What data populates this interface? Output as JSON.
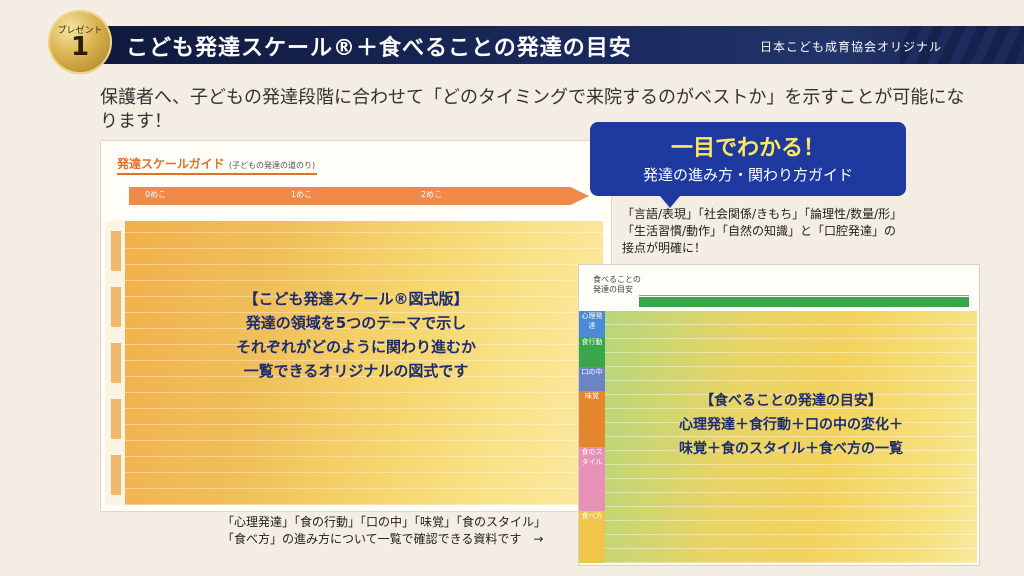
{
  "header": {
    "badge_label": "プレゼント",
    "badge_number": "1",
    "title": "こども発達スケール®＋食べることの発達の目安",
    "org": "日本こども成育協会オリジナル"
  },
  "intro": "保護者へ、子どもの発達段階に合わせて「どのタイミングで来院するのがベストか」を示すことが可能になります！",
  "callout": {
    "main": "一目でわかる！",
    "sub": "発達の進み方・関わり方ガイド"
  },
  "note_right": {
    "line1": "「言語/表現」「社会関係/きもち」「論理性/数量/形」",
    "line2": "「生活習慣/動作」「自然の知識」と「口腔発達」の",
    "line3": "接点が明確に！"
  },
  "left_doc": {
    "title": "発達スケールガイド",
    "subtitle": "(子どもの発達の道のり)",
    "stages": [
      "0めこ",
      "1めこ",
      "2めこ"
    ],
    "overlay": {
      "line1": "【こども発達スケール®図式版】",
      "line2": "発達の領域を5つのテーマで示し",
      "line3": "それぞれがどのように関わり進むか",
      "line4": "一覧できるオリジナルの図式です"
    }
  },
  "right_doc": {
    "title_line1": "食べることの",
    "title_line2": "発達の目安",
    "side_cats": [
      "心理発達",
      "食行動",
      "口の中",
      "味覚",
      "食のスタイル",
      "食べ方"
    ],
    "overlay": {
      "line1": "【食べることの発達の目安】",
      "line2": "心理発達＋食行動＋口の中の変化＋",
      "line3": "味覚＋食のスタイル＋食べ方の一覧"
    }
  },
  "note_bottom": {
    "line1": "「心理発達」「食の行動」「口の中」「味覚」「食のスタイル」",
    "line2": "「食べ方」の進み方について一覧で確認できる資料です　→"
  },
  "colors": {
    "header_navy": "#1b2a5e",
    "callout_blue": "#1e3aa0",
    "callout_yellow": "#ffe85c",
    "accent_orange": "#e0702a"
  }
}
